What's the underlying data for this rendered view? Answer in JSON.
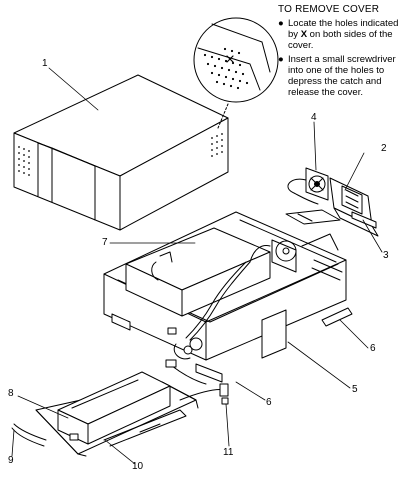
{
  "instructions": {
    "title": "TO REMOVE COVER",
    "bullet_glyph": "●",
    "step1_a": "Locate the holes indicated by ",
    "step1_x": "X",
    "step1_b": " on both sides of the cover.",
    "step2": "Insert a small screwdriver into one of the holes to depress the catch and release the cover."
  },
  "callouts": [
    "1",
    "2",
    "3",
    "4",
    "5",
    "6",
    "6",
    "7",
    "8",
    "9",
    "10",
    "11"
  ]
}
